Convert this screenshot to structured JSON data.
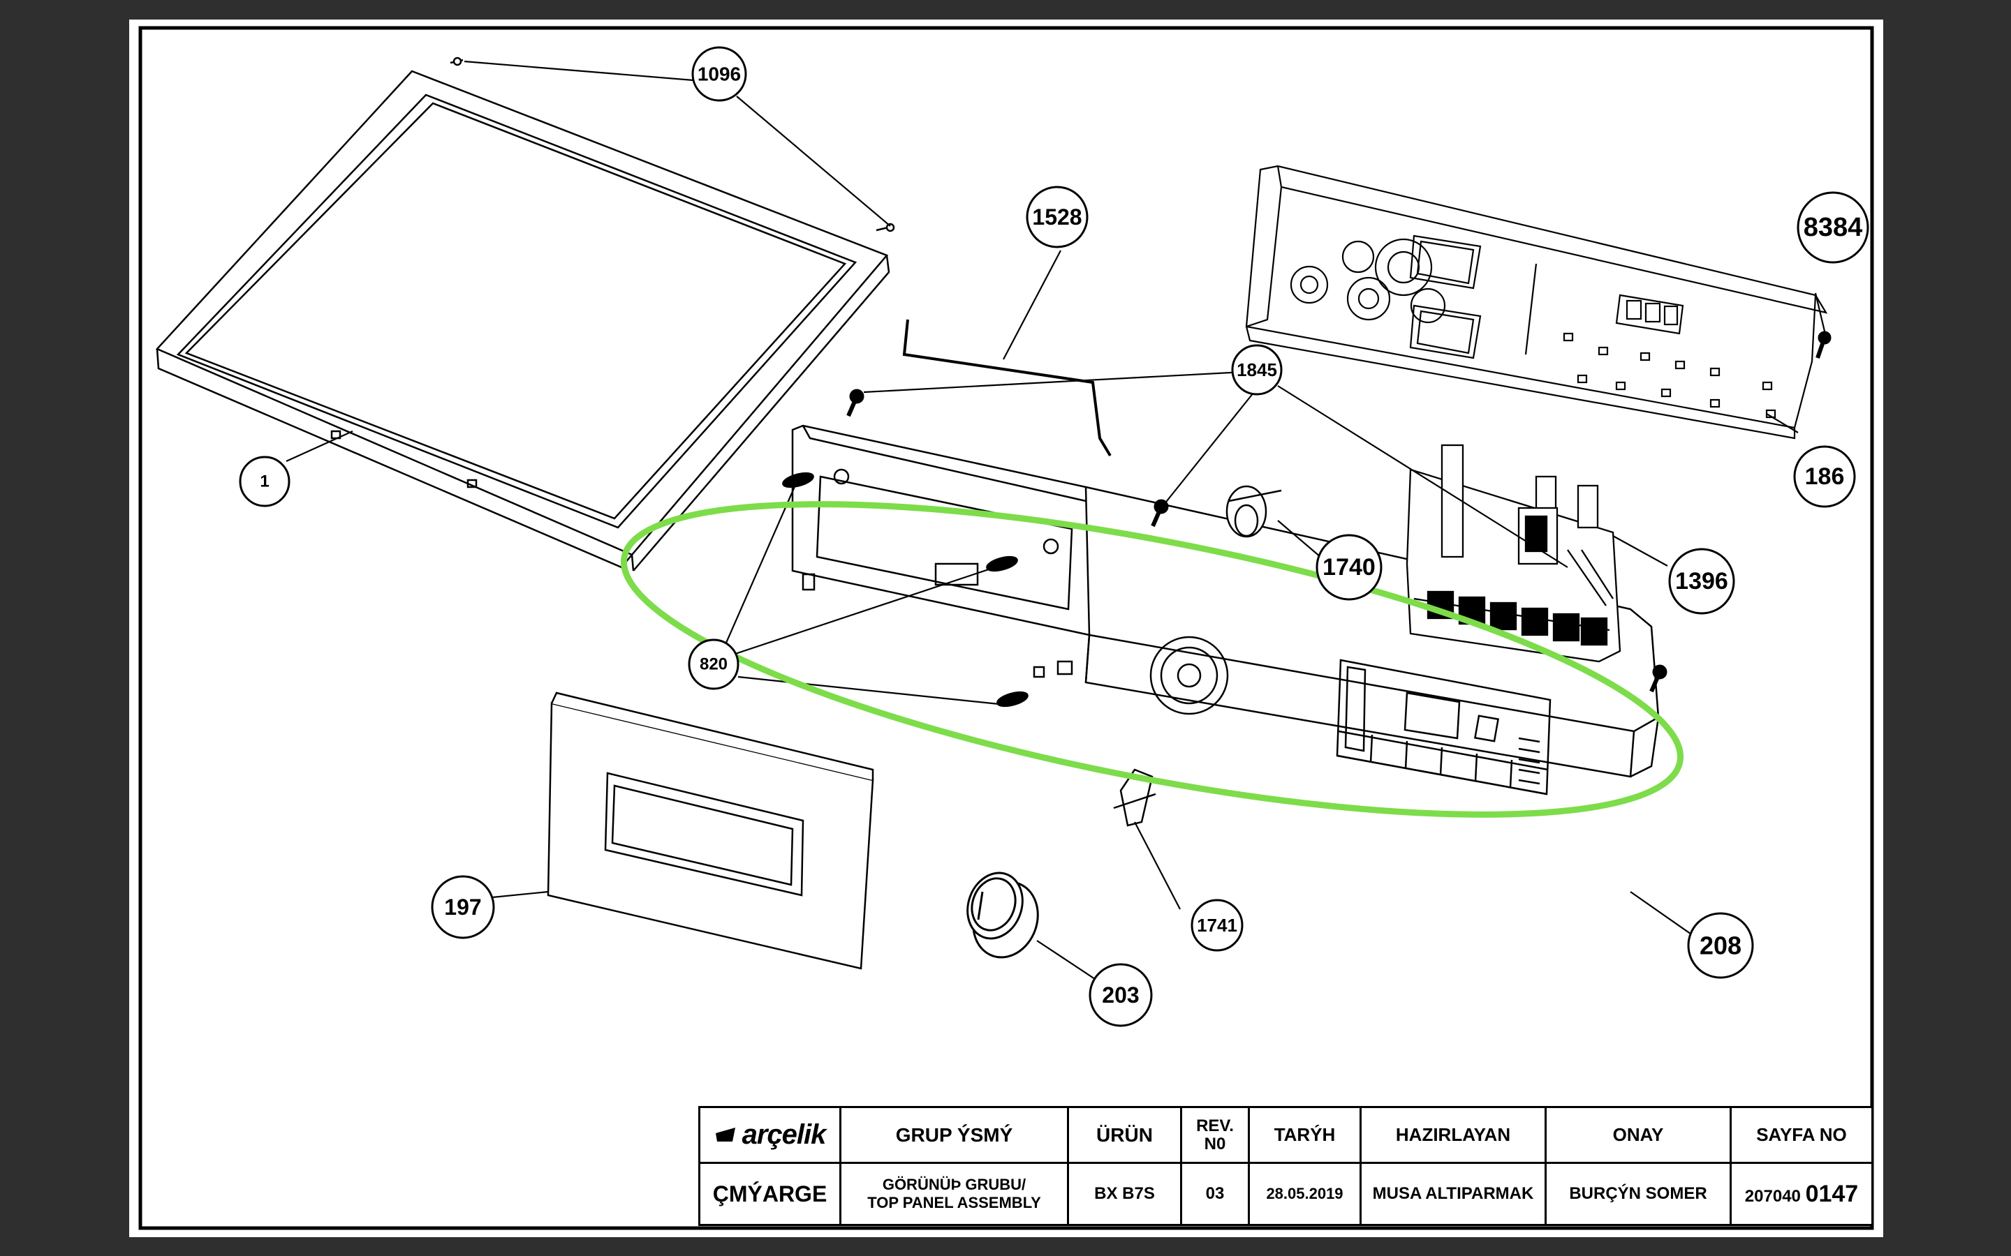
{
  "callouts": [
    "1096",
    "1528",
    "8384",
    "1845",
    "1",
    "186",
    "1740",
    "1396",
    "820",
    "197",
    "1741",
    "203",
    "208"
  ],
  "colors": {
    "highlight": "#7ddc4a",
    "frame": "#000000",
    "background": "#2f2f2f"
  },
  "titleblock": {
    "logo_text": "arçelik",
    "logo_icon": "arcelik-swoosh-icon",
    "row1": {
      "group_name_label": "GRUP ÝSMÝ",
      "product_label": "ÜRÜN",
      "rev_label": "REV. N0",
      "date_label": "TARÝH",
      "prepared_label": "HAZIRLAYAN",
      "approval_label": "ONAY",
      "page_label": "SAYFA NO"
    },
    "row2": {
      "model": "ÇMÝARGE",
      "group_line1": "GÖRÜNÜÞ GRUBU/",
      "group_line2": "TOP PANEL ASSEMBLY",
      "product": "BX B7S",
      "rev": "03",
      "date": "28.05.2019",
      "prepared_by": "MUSA ALTIPARMAK",
      "approved_by": "BURÇÝN SOMER",
      "page_prefix": "207040",
      "page_suffix": "0147"
    }
  }
}
